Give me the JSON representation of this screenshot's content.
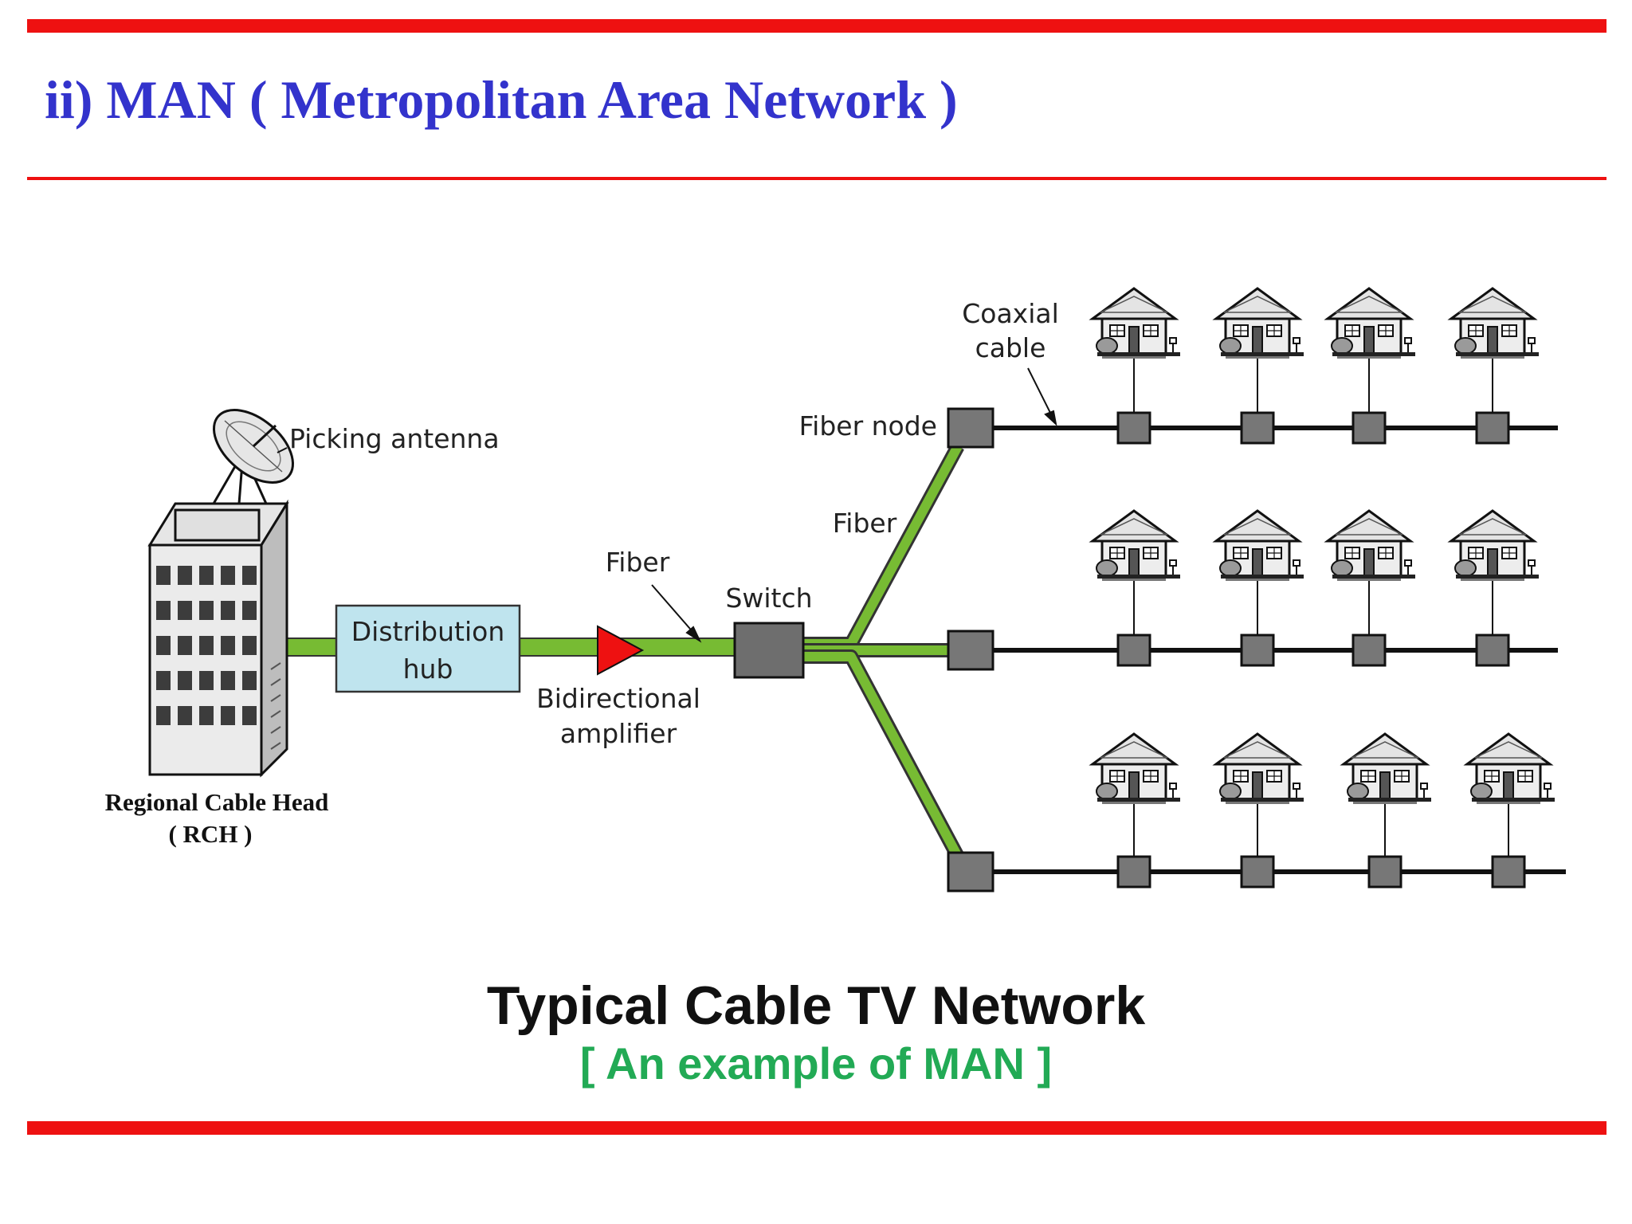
{
  "slide": {
    "title": "ii) MAN ( Metropolitan Area Network )",
    "caption": "Typical Cable TV Network",
    "subcaption": "[ An example of MAN ]"
  },
  "diagram": {
    "labels": {
      "antenna": "Picking antenna",
      "rch_line1": "Regional Cable Head",
      "rch_line2": "( RCH )",
      "hub_line1": "Distribution",
      "hub_line2": "hub",
      "fiber_main": "Fiber",
      "amp_line1": "Bidirectional",
      "amp_line2": "amplifier",
      "switch": "Switch",
      "fiber_branch": "Fiber",
      "fiber_node": "Fiber node",
      "coax_line1": "Coaxial",
      "coax_line2": "cable"
    },
    "branch_count": 3,
    "houses_per_branch": 4
  },
  "colors": {
    "rule": "#ee1111",
    "title": "#3333cc",
    "subcaption": "#22aa55",
    "caption": "#111111",
    "fiber": "#77bb33",
    "fiber_outline": "#333333",
    "hub_fill": "#bfe4ee",
    "amplifier": "#ee1111",
    "node_fill": "#777777",
    "switch_fill": "#6e6e6e"
  }
}
